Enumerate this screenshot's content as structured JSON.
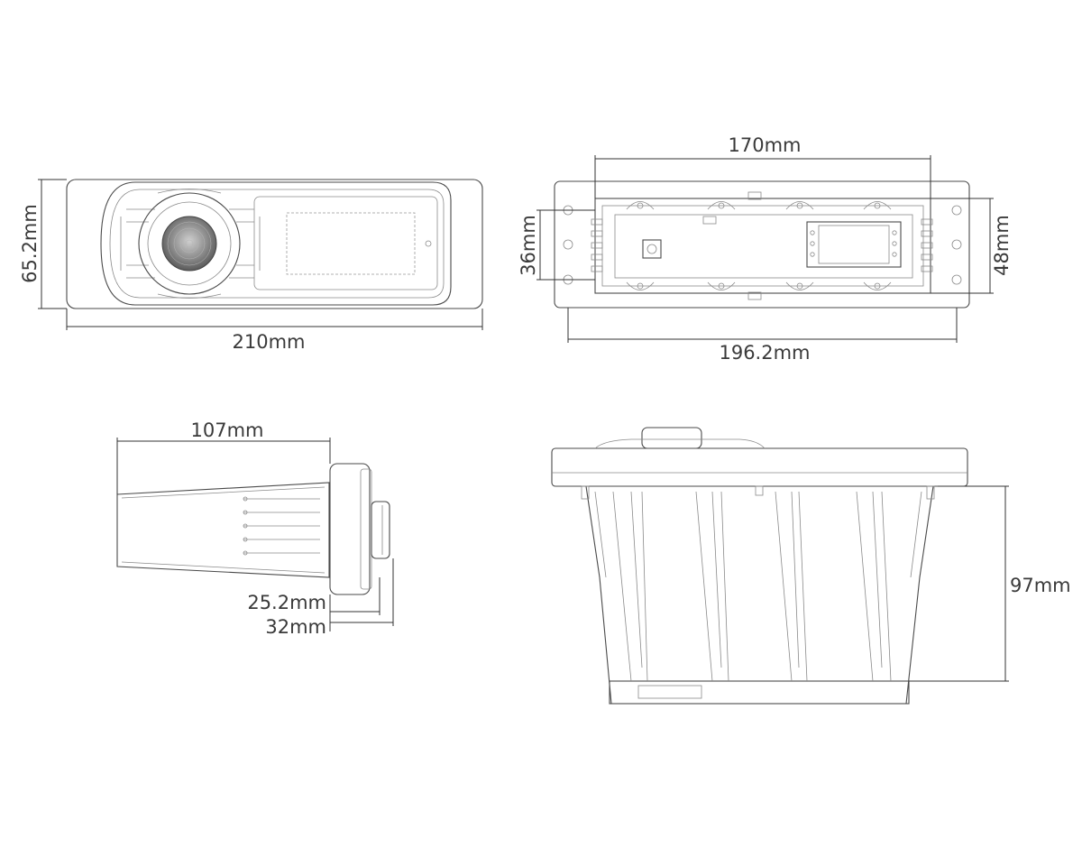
{
  "colors": {
    "line": "#4a4a4a",
    "dimension": "#333333",
    "background": "#ffffff"
  },
  "views": {
    "front": {
      "width_label": "210mm",
      "height_label": "65.2mm"
    },
    "rear": {
      "inner_width_label": "170mm",
      "outer_width_label": "196.2mm",
      "inner_height_label": "36mm",
      "outer_height_label": "48mm"
    },
    "side": {
      "depth_label": "107mm",
      "front_depth_label": "25.2mm",
      "knob_depth_label": "32mm"
    },
    "top": {
      "height_label": "97mm"
    }
  }
}
